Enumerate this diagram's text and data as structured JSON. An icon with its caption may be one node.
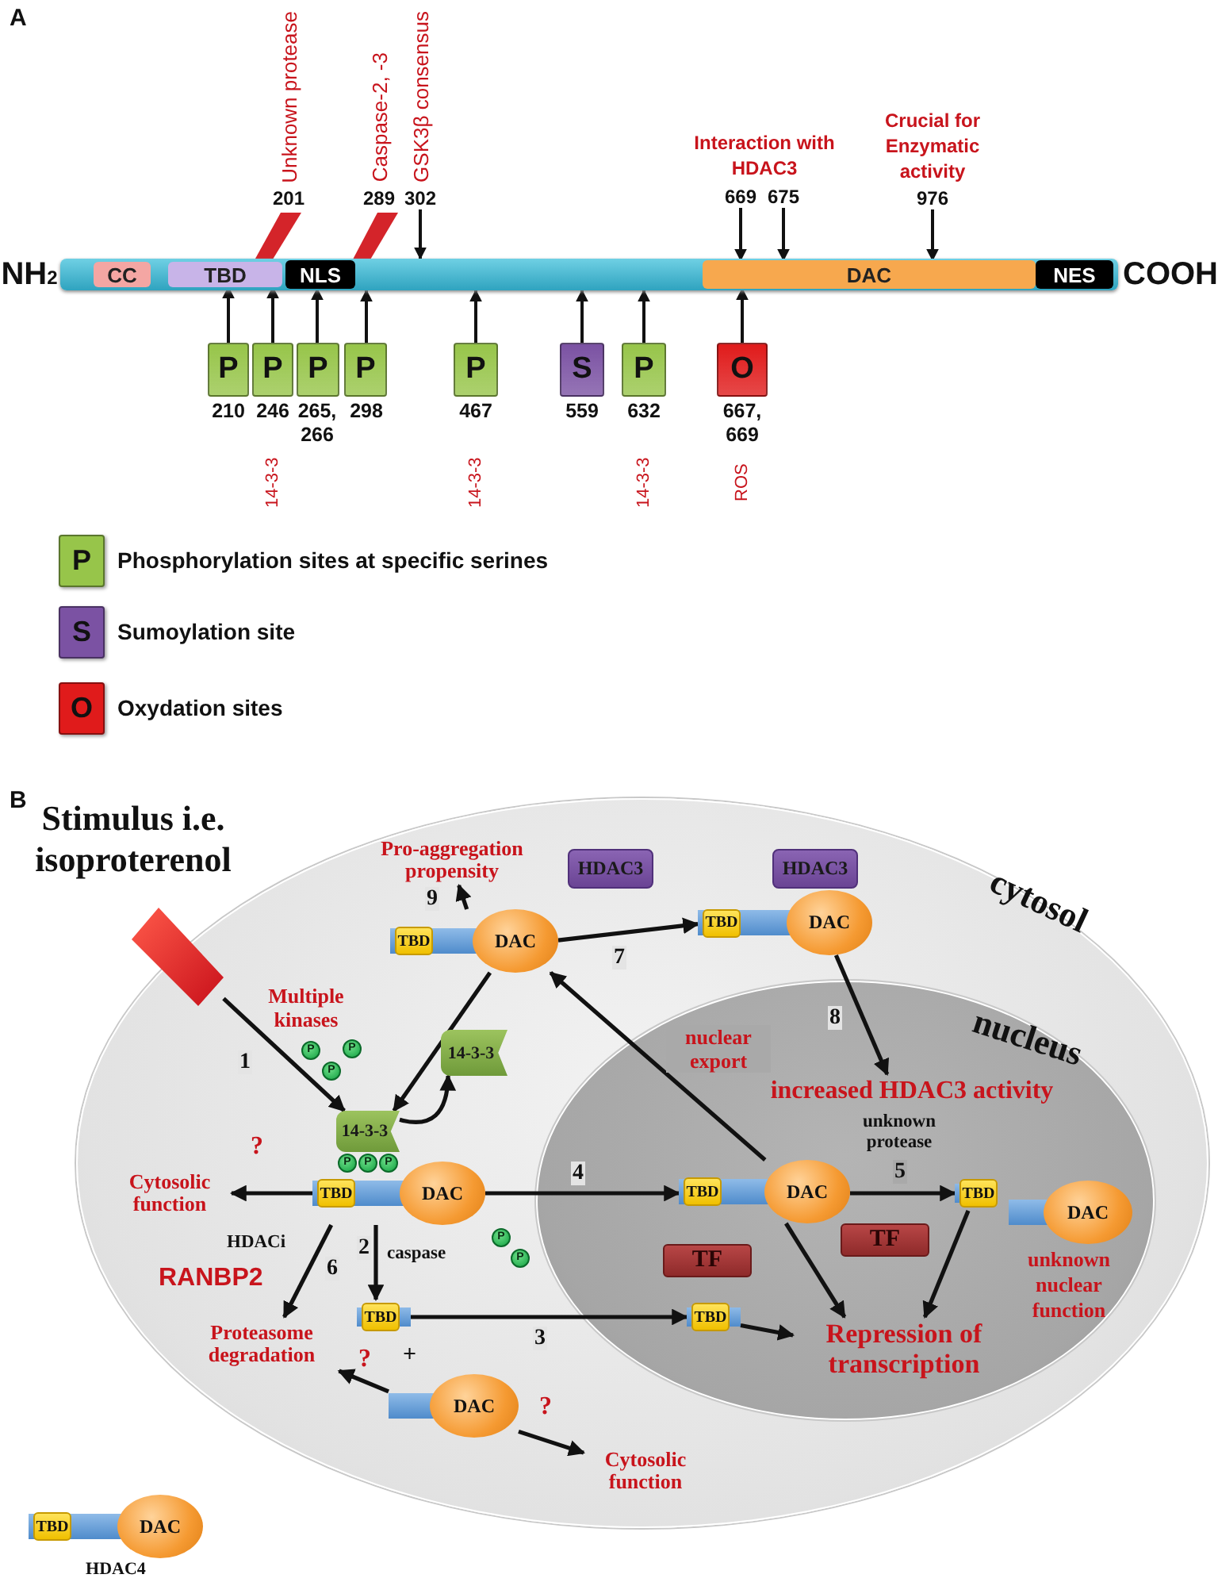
{
  "diagram": {
    "nodes": [
      {
        "text": [],
        "shape": "bar",
        "beside": [
          "NH$_{2}$",
          "COOH"
        ]
      },
      {
        "text": [
          "CC"
        ],
        "in": 0
      },
      {
        "text": [
          "TBD"
        ],
        "in": 0
      },
      {
        "text": [
          "NLS"
        ],
        "in": 0
      },
      {
        "text": [
          "DAC"
        ],
        "in": 0
      },
      {
        "text": [
          "NES"
        ],
        "in": 0
      },
      {
        "text": [
          "Unknown protease",
          "201"
        ]
      },
      {
        "text": [
          "Caspase-2, -3",
          "289"
        ]
      },
      {
        "text": [
          "GSK3β consensus",
          "302"
        ]
      },
      {
        "text": [
          "669"
        ]
      },
      {
        "text": [
          "675"
        ]
      },
      {
        "text": [
          "Crucial for Enzymatic activity",
          "976"
        ]
      },
      {
        "text": [
          "P"
        ],
        "beside": [
          "210"
        ]
      },
      {
        "text": [
          "P"
        ],
        "beside": [
          "246",
          "14-3-3"
        ]
      },
      {
        "text": [
          "P"
        ],
        "beside": [
          "265, 266"
        ]
      },
      {
        "text": [
          "P"
        ],
        "beside": [
          "298"
        ]
      },
      {
        "text": [
          "P"
        ],
        "beside": [
          "467",
          "14-3-3"
        ]
      },
      {
        "text": [
          "S"
        ],
        "beside": [
          "559"
        ]
      },
      {
        "text": [
          "P"
        ],
        "beside": [
          "632",
          "14-3-3"
        ]
      },
      {
        "text": [
          "O"
        ],
        "beside": [
          "667, 669",
          "ROS"
        ]
      },
      {
        "text": [],
        "shape": "diamond",
        "in": 21,
        "beside": [
          "Stimulus i.e. isoproterenol"
        ]
      },
      {
        "text": [
          "cytosol"
        ]
      },
      {
        "text": [
          "nucleus"
        ],
        "in": 21
      },
      {
        "text": [
          "Pro-aggregation propensity"
        ],
        "in": 21
      },
      {
        "text": [
          "HDAC3"
        ],
        "in": 21
      },
      {
        "text": [
          "HDAC3"
        ],
        "in": 21
      },
      {
        "text": [
          "TBD",
          "DAC"
        ],
        "in": 21
      },
      {
        "text": [
          "TBD",
          "DAC"
        ],
        "in": 21
      },
      {
        "text": [
          "14-3-3"
        ],
        "in": 21
      },
      {
        "text": [
          "increased HDAC3 activity"
        ],
        "in": 22
      },
      {
        "text": [
          "14-3-3"
        ],
        "in": 21
      },
      {
        "text": [
          "Cytosolic function"
        ],
        "in": 21
      },
      {
        "text": [
          "TBD",
          "DAC"
        ],
        "in": 21
      },
      {
        "text": [
          "TBD",
          "DAC"
        ],
        "in": 22
      },
      {
        "text": [
          "TBD"
        ],
        "in": 22
      },
      {
        "text": [
          "DAC"
        ],
        "in": 22,
        "beside": [
          "unknown nuclear function"
        ]
      },
      {
        "text": [
          "TF"
        ],
        "in": 22
      },
      {
        "text": [
          "TF"
        ],
        "in": 22
      },
      {
        "text": [
          "Proteasome degradation"
        ],
        "in": 21
      },
      {
        "text": [
          "TBD"
        ],
        "in": 21
      },
      {
        "text": [
          "TBD"
        ],
        "in": 22
      },
      {
        "text": [
          "Repression of transcription"
        ],
        "in": 22
      },
      {
        "text": [
          "DAC"
        ],
        "in": 21
      },
      {
        "text": [
          "Cytosolic function"
        ],
        "in": 21
      },
      {
        "text": [
          "TBD",
          "DAC"
        ],
        "beside": [
          "HDAC4"
        ]
      }
    ],
    "edges": [
      {
        "from": 8,
        "to": 0,
        "arrow": "to"
      },
      {
        "from": 9,
        "to": 4,
        "arrow": "to"
      },
      {
        "from": 10,
        "to": 4,
        "arrow": "to"
      },
      {
        "from": 11,
        "to": 4,
        "arrow": "to"
      },
      {
        "from": 12,
        "to": 2,
        "arrow": "to"
      },
      {
        "from": 13,
        "to": 2,
        "arrow": "to"
      },
      {
        "from": 14,
        "to": 3,
        "arrow": "to"
      },
      {
        "from": 15,
        "to": 0,
        "arrow": "to"
      },
      {
        "from": 16,
        "to": 0,
        "arrow": "to"
      },
      {
        "from": 17,
        "to": 0,
        "arrow": "to"
      },
      {
        "from": 18,
        "to": 0,
        "arrow": "to"
      },
      {
        "from": 19,
        "to": 4,
        "arrow": "to"
      },
      {
        "from": 20,
        "to": 30,
        "arrow": "to",
        "label": "1"
      },
      {
        "from": 26,
        "to": 30,
        "arrow": "to"
      },
      {
        "from": 30,
        "to": 28,
        "arrow": "to"
      },
      {
        "from": 32,
        "to": 31,
        "arrow": "to"
      },
      {
        "from": 32,
        "to": 38,
        "arrow": "to",
        "label": "6"
      },
      {
        "from": 32,
        "to": 39,
        "arrow": "to",
        "label": "2"
      },
      {
        "from": 32,
        "to": 33,
        "arrow": "to",
        "label": "4"
      },
      {
        "from": 39,
        "to": 40,
        "arrow": "to",
        "label": "3"
      },
      {
        "from": 42,
        "to": 38,
        "arrow": "to"
      },
      {
        "from": 42,
        "to": 43,
        "arrow": "to"
      },
      {
        "from": 33,
        "to": 26,
        "arrow": "to",
        "label": "nuclear export"
      },
      {
        "from": 26,
        "to": 23,
        "arrow": "to",
        "label": "9"
      },
      {
        "from": 26,
        "to": 27,
        "arrow": "to",
        "label": "7"
      },
      {
        "from": 27,
        "to": 29,
        "arrow": "to",
        "label": "8"
      },
      {
        "from": 33,
        "to": 34,
        "arrow": "to",
        "label": "5"
      },
      {
        "from": 33,
        "to": 41,
        "arrow": "to"
      },
      {
        "from": 40,
        "to": 41,
        "arrow": "to"
      },
      {
        "from": 34,
        "to": 41,
        "arrow": "to"
      }
    ],
    "labels": [
      "A",
      "Interaction with HDAC3",
      "P",
      "S",
      "O",
      "B",
      "Multiple kinases",
      "P",
      "P",
      "P",
      "unknown protease",
      "?",
      "P",
      "P",
      "P",
      "HDACi",
      "caspase",
      "RANBP2",
      "P",
      "P",
      "+",
      "?",
      "?"
    ],
    "legend": [
      {
        "text": "Phosphorylation sites at specific serines",
        "color": "#97c54a"
      },
      {
        "text": "Sumoylation site",
        "color": "#7b52a3"
      },
      {
        "text": "Oxydation sites",
        "color": "#e01b1b"
      }
    ]
  }
}
